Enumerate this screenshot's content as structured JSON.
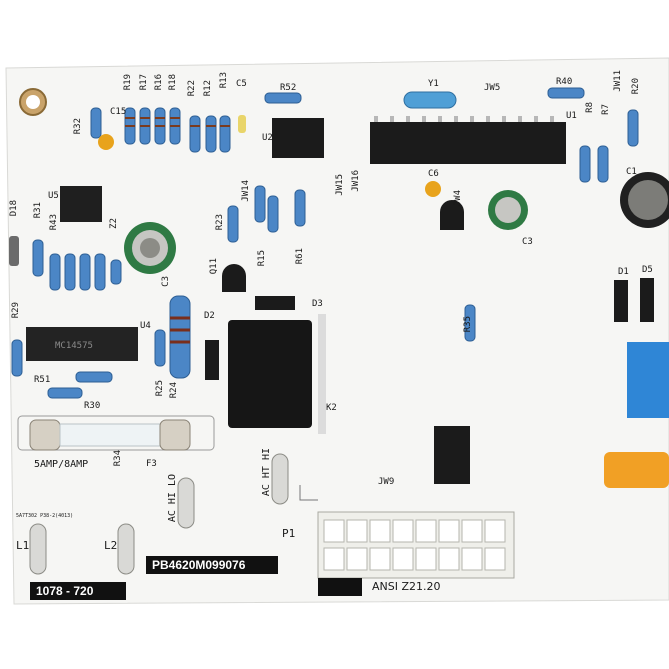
{
  "board": {
    "part_number": "PB4620M099076",
    "model": "1078 - 720",
    "standard": "ANSI Z21.20",
    "fuse_rating": "5AMP/8AMP",
    "tiny_text": "5A7T302  P38-2(4013)"
  },
  "silkscreen": {
    "fuse": "F3",
    "relay": "K2",
    "connector": "P1",
    "jumper_connector": "JW9",
    "ac_hi_lo": "AC HI LO",
    "ac_ht_hi": "AC HT HI",
    "l1": "L1",
    "l2": "L2",
    "y1": "Y1",
    "jw5": "JW5",
    "r52": "R52",
    "r40": "R40",
    "u1": "U1",
    "u2": "U2",
    "u4": "U4",
    "u5": "U5",
    "c1": "C1",
    "c3": "C3",
    "c5": "C5",
    "c6": "C6",
    "c15": "C15",
    "d1": "D1",
    "d2": "D2",
    "d3": "D3",
    "d5": "D5",
    "d18": "D18",
    "r7": "R7",
    "r8": "R8",
    "r9": "R19",
    "r12": "R12",
    "r13": "R13",
    "r15": "R15",
    "r16": "R16",
    "r17": "R17",
    "r18": "R18",
    "r20": "R20",
    "r22": "R22",
    "r23": "R23",
    "r24": "R24",
    "r25": "R25",
    "r29": "R29",
    "r30": "R30",
    "r31": "R31",
    "r32": "R32",
    "r34": "R34",
    "r35": "R35",
    "r43": "R43",
    "r51": "R51",
    "r61": "R61",
    "z2": "Z2",
    "q11": "Q11",
    "jw11": "JW11",
    "jw14": "JW14",
    "jw15": "JW15",
    "jw16": "JW16",
    "jw4": "JW4",
    "chip_u4": "MC14575",
    "sticker": "C3"
  },
  "colors": {
    "board": "#f7f7f5",
    "resistor_blue": "#3f7fc0",
    "chip_black": "#1b1b1b",
    "fuse_glass": "#e8eef0",
    "connector_white": "#efefea",
    "cap_yellow": "#e8a31c",
    "orange_part": "#f1a025",
    "blue_part": "#2f86d6"
  }
}
